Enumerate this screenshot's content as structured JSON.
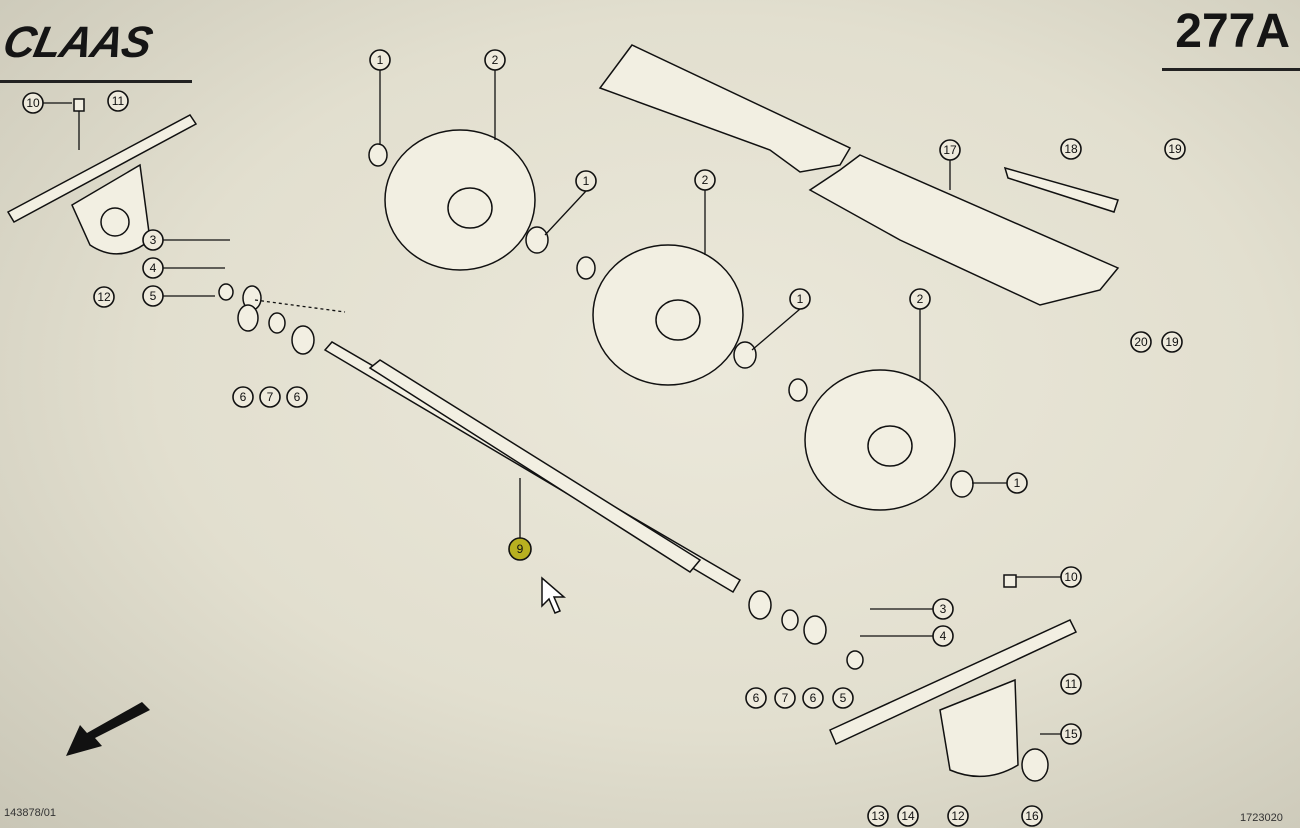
{
  "header": {
    "brand": "CLAAS",
    "page_number": "277A"
  },
  "footer": {
    "left_code": "143878/01",
    "right_code": "1723020"
  },
  "callouts": {
    "c1": "1",
    "c2": "2",
    "c3": "3",
    "c4": "4",
    "c5": "5",
    "c6": "6",
    "c7": "7",
    "c9": "9",
    "c10": "10",
    "c11": "11",
    "c12": "12",
    "c13": "13",
    "c14": "14",
    "c15": "15",
    "c16": "16",
    "c17": "17",
    "c18": "18",
    "c19": "19",
    "c20": "20"
  },
  "colors": {
    "background": "#e6e3d5",
    "line": "#111111",
    "highlight": "#b8b020"
  }
}
